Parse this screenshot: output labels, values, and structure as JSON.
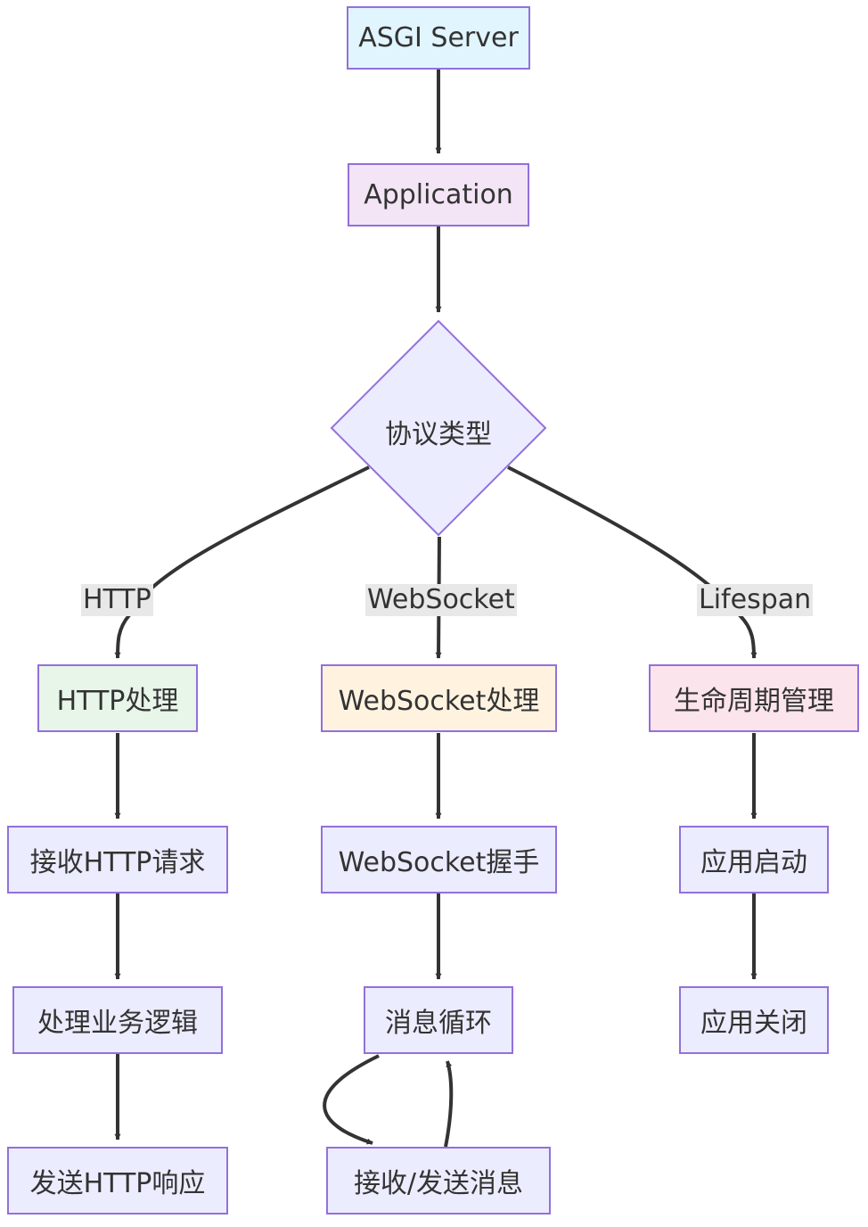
{
  "nodes": {
    "asgi_server": "ASGI Server",
    "application": "Application",
    "protocol_type": "协议类型",
    "http_handle": "HTTP处理",
    "ws_handle": "WebSocket处理",
    "lifespan_manage": "生命周期管理",
    "recv_http": "接收HTTP请求",
    "ws_handshake": "WebSocket握手",
    "app_startup": "应用启动",
    "biz_logic": "处理业务逻辑",
    "msg_loop": "消息循环",
    "app_shutdown": "应用关闭",
    "send_http": "发送HTTP响应",
    "recv_send_msg": "接收/发送消息"
  },
  "edge_labels": {
    "http": "HTTP",
    "websocket": "WebSocket",
    "lifespan": "Lifespan"
  },
  "colors": {
    "border": "#9370DB",
    "edge": "#333333",
    "asgi_fill": "#e1f5fe",
    "app_fill": "#f3e5f5",
    "http_fill": "#e8f5e9",
    "ws_fill": "#fff3e0",
    "lifespan_fill": "#fce4ec",
    "default_fill": "#ECECFF"
  }
}
